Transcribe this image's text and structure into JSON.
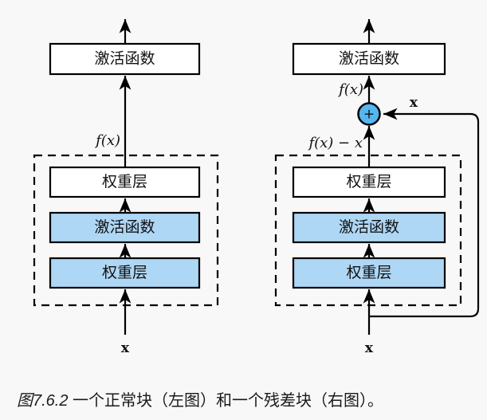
{
  "figure": {
    "caption_prefix": "图7.6.2",
    "caption_text": " 一个正常块（左图）和一个残差块（右图）。"
  },
  "colors": {
    "background": "#f8f8f8",
    "box_fill_white": "#ffffff",
    "box_fill_blue": "#aed6f5",
    "plus_node_fill": "#55b7ef",
    "line_color": "#000000"
  },
  "left": {
    "top_activation_label": "激活函数",
    "output_label": "f(x)",
    "boxes": [
      "权重层",
      "激活函数",
      "权重层"
    ],
    "input_label": "x"
  },
  "right": {
    "top_activation_label": "激活函数",
    "output_label": "f(x)",
    "residual_label": "f(x) − x",
    "plus_label": "+",
    "skip_label": "x",
    "boxes": [
      "权重层",
      "激活函数",
      "权重层"
    ],
    "input_label": "x"
  }
}
